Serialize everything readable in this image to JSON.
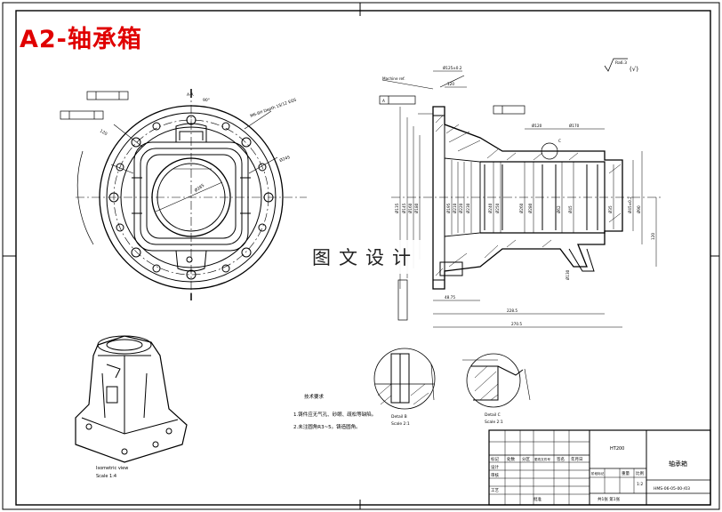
{
  "title": "A2-轴承箱",
  "watermark": "图文设计",
  "roughness": {
    "symbol": "Ra6.3",
    "suffix": "(√)"
  },
  "tech_req": {
    "heading": "技术要求",
    "items": [
      "1.铸件应无气孔、砂眼、疏松等缺陷。",
      "2.未注圆角R3~5。铸造圆角。"
    ]
  },
  "views": {
    "isometric": [
      "Isometric view",
      "Scale 1:4"
    ],
    "detail_b": [
      "Detail B",
      "Scale 2:1"
    ],
    "detail_c": [
      "Detail C",
      "Scale 2:1"
    ]
  },
  "front_view": {
    "labels": [
      "A-A",
      "M6-6H Depth 15/12 EQS"
    ],
    "dims": [
      "90°",
      "120",
      "Ø245",
      "Ø285"
    ]
  },
  "section_view": {
    "labels": [
      "Machine ref.",
      "A",
      "C"
    ],
    "dims": [
      "Ø125±0.2",
      "120",
      "Ø170",
      "Ø120",
      "Ø135",
      "Ø145",
      "Ø160",
      "Ø180",
      "Ø195",
      "Ø210",
      "Ø220",
      "Ø230",
      "Ø240",
      "Ø250",
      "Ø260",
      "Ø280",
      "Ø62",
      "Ø45",
      "Ø35",
      "48.75",
      "228.5",
      "270.5",
      "Ø45±0.2",
      "Ø90",
      "120",
      "Ø130"
    ]
  },
  "title_block": {
    "material": "HT200",
    "part_name": "轴承箱",
    "drawing_no": "HMS-06-05-00-/03",
    "scale": "1:2",
    "sheet": "共1张 第1张",
    "headers": [
      "标记",
      "处数",
      "分区",
      "更改文件号",
      "签名",
      "年月日"
    ],
    "rows": [
      "设计",
      "审核",
      "工艺",
      "批准"
    ],
    "stage_headers": [
      "阶段标记",
      "重量",
      "比例"
    ]
  }
}
